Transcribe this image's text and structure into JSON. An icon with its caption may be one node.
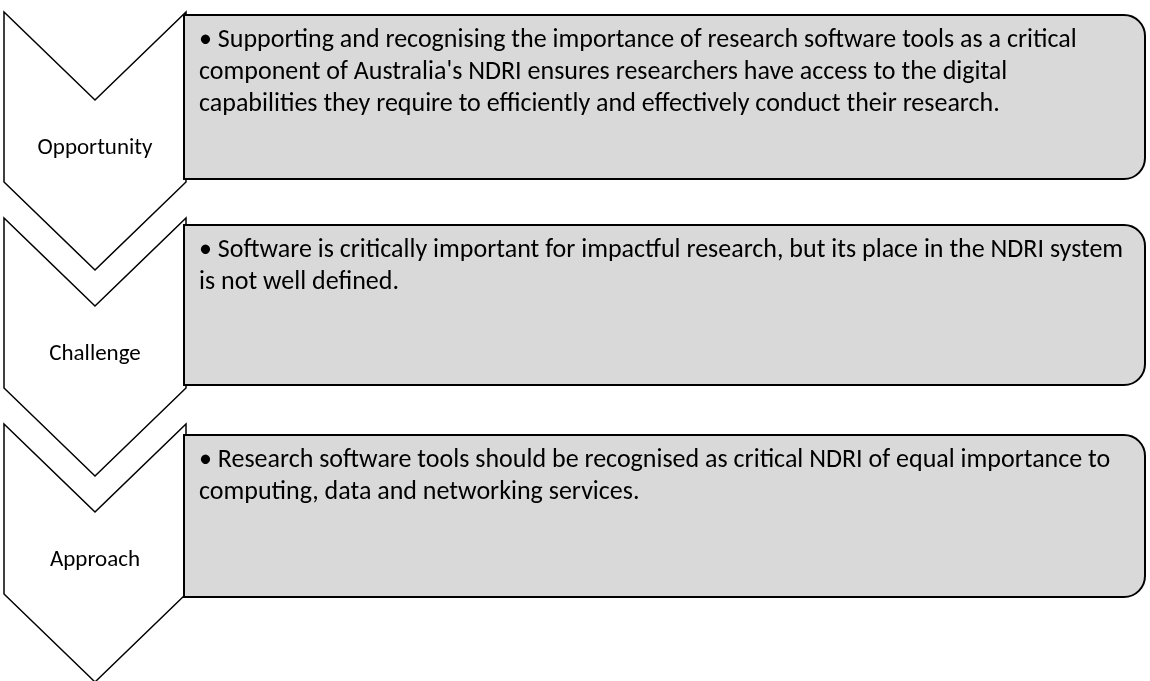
{
  "diagram": {
    "nodes": [
      {
        "text": [
          "Opportunity"
        ]
      },
      {
        "text": [
          "• Supporting and recognising the importance of research software tools as a critical component of Australia's NDRI ensures researchers have access to the digital capabilities they require to efficiently and effectively conduct their research."
        ]
      },
      {
        "text": [
          "Challenge"
        ]
      },
      {
        "text": [
          "• Software is critically important for impactful research, but its place in the NDRI system is not well defined."
        ]
      },
      {
        "text": [
          "Approach"
        ]
      },
      {
        "text": [
          "• Research software tools should be recognised as critical NDRI of equal importance to computing, data and networking services."
        ]
      }
    ]
  }
}
